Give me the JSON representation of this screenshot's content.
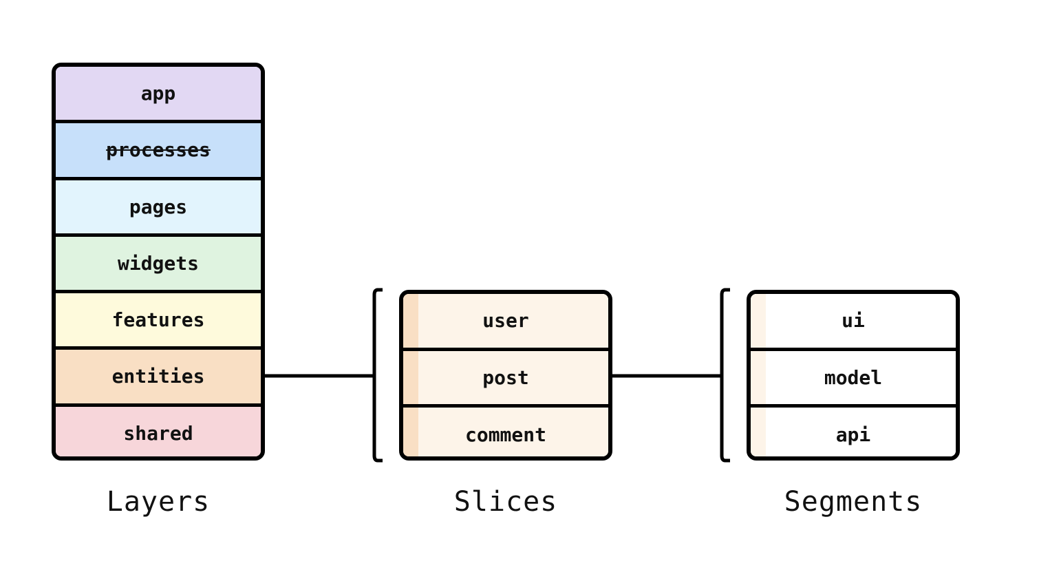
{
  "layers": {
    "caption": "Layers",
    "items": [
      {
        "label": "app",
        "color": "#e2d8f3",
        "strikethrough": false
      },
      {
        "label": "processes",
        "color": "#c7e0fa",
        "strikethrough": true
      },
      {
        "label": "pages",
        "color": "#e2f4fd",
        "strikethrough": false
      },
      {
        "label": "widgets",
        "color": "#dff3e0",
        "strikethrough": false
      },
      {
        "label": "features",
        "color": "#fefadc",
        "strikethrough": false
      },
      {
        "label": "entities",
        "color": "#f9dfc4",
        "strikethrough": false
      },
      {
        "label": "shared",
        "color": "#f7d6da",
        "strikethrough": false
      }
    ]
  },
  "slices": {
    "caption": "Slices",
    "fill_color": "#fdf4e9",
    "accent_color": "#f9dfc4",
    "items": [
      {
        "label": "user"
      },
      {
        "label": "post"
      },
      {
        "label": "comment"
      }
    ]
  },
  "segments": {
    "caption": "Segments",
    "fill_color": "#ffffff",
    "accent_color": "#fdf4e9",
    "items": [
      {
        "label": "ui"
      },
      {
        "label": "model"
      },
      {
        "label": "api"
      }
    ]
  }
}
